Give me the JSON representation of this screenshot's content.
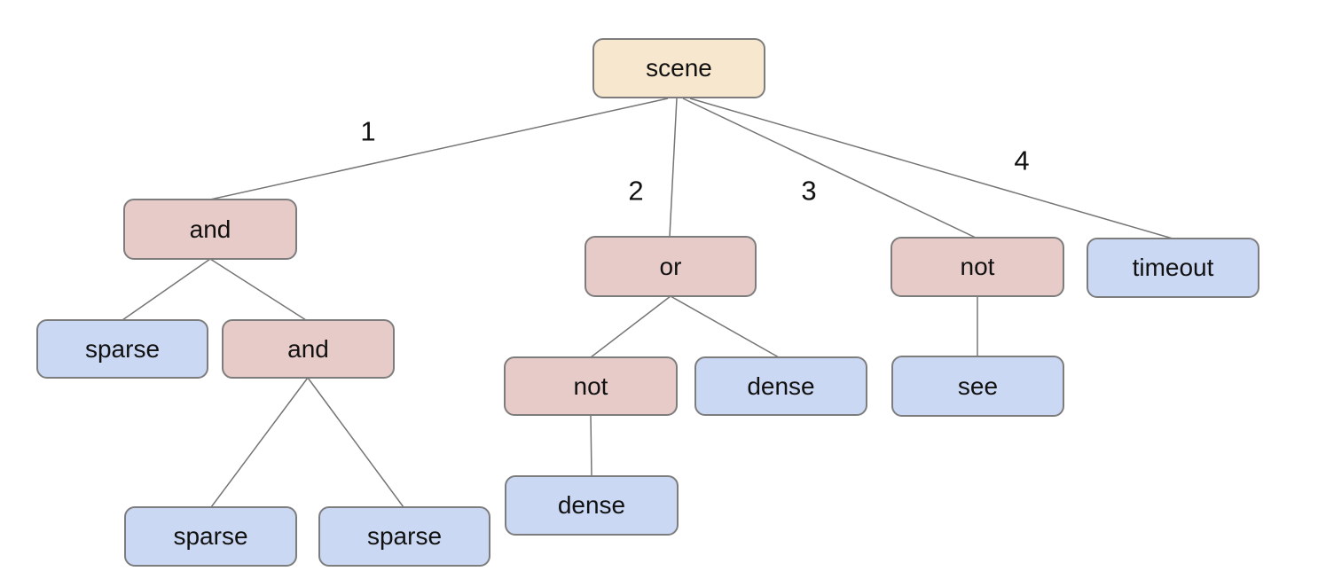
{
  "colors": {
    "root_fill": "#f6e7ce",
    "operator_fill": "#e6cbc8",
    "leaf_fill": "#cbd8f3",
    "node_border": "#7d7d7d",
    "edge_line": "#757575",
    "text": "#111111",
    "background": "#ffffff"
  },
  "nodes": {
    "scene": {
      "label": "scene",
      "type": "root"
    },
    "and1": {
      "label": "and",
      "type": "operator"
    },
    "or1": {
      "label": "or",
      "type": "operator"
    },
    "not1": {
      "label": "not",
      "type": "operator"
    },
    "timeout": {
      "label": "timeout",
      "type": "leaf"
    },
    "sparse1": {
      "label": "sparse",
      "type": "leaf"
    },
    "and2": {
      "label": "and",
      "type": "operator"
    },
    "not2": {
      "label": "not",
      "type": "operator"
    },
    "dense1": {
      "label": "dense",
      "type": "leaf"
    },
    "see": {
      "label": "see",
      "type": "leaf"
    },
    "dense2": {
      "label": "dense",
      "type": "leaf"
    },
    "sparse2": {
      "label": "sparse",
      "type": "leaf"
    },
    "sparse3": {
      "label": "sparse",
      "type": "leaf"
    }
  },
  "edge_labels": {
    "e1": "1",
    "e2": "2",
    "e3": "3",
    "e4": "4"
  },
  "tree": {
    "label": "scene",
    "children": [
      {
        "edge_label": "1",
        "label": "and",
        "children": [
          {
            "label": "sparse"
          },
          {
            "label": "and",
            "children": [
              {
                "label": "sparse"
              },
              {
                "label": "sparse"
              }
            ]
          }
        ]
      },
      {
        "edge_label": "2",
        "label": "or",
        "children": [
          {
            "label": "not",
            "children": [
              {
                "label": "dense"
              }
            ]
          },
          {
            "label": "dense"
          }
        ]
      },
      {
        "edge_label": "3",
        "label": "not",
        "children": [
          {
            "label": "see"
          }
        ]
      },
      {
        "edge_label": "4",
        "label": "timeout"
      }
    ]
  }
}
